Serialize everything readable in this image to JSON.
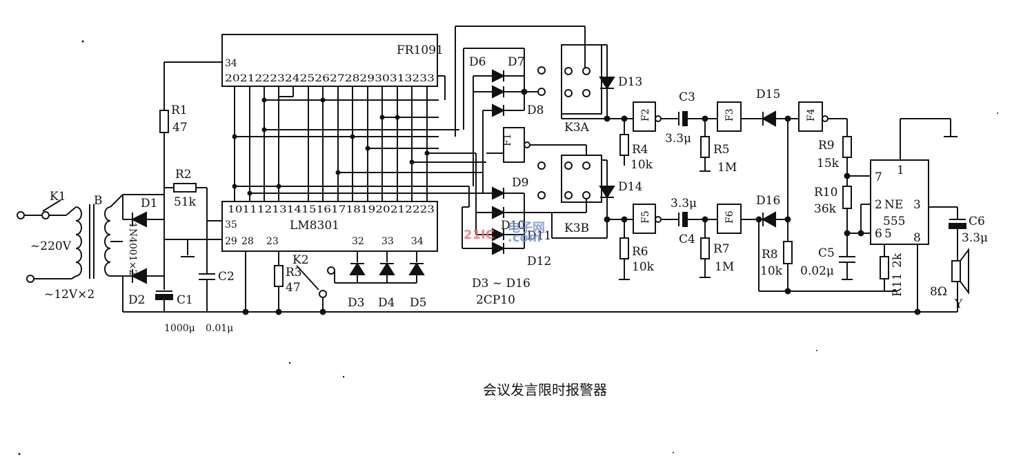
{
  "caption": "会议发言限时报警器",
  "ic": {
    "fr1091": {
      "name": "FR1091",
      "pin_top": "34",
      "pins": "2021222324252627282930313233"
    },
    "lm8301": {
      "name": "LM8301",
      "pins_top": "1011121314151617181920212223",
      "pin35": "35",
      "pin29": "29",
      "pin28": "28",
      "pin23": "23",
      "pin32": "32",
      "pin33": "33",
      "pin34": "34"
    },
    "ne555": {
      "name": "NE",
      "sub": "555",
      "p1": "1",
      "p7": "7",
      "p2": "2",
      "p6": "6",
      "p5": "5",
      "p3": "3",
      "p8": "8"
    }
  },
  "labels": {
    "k1": "K1",
    "b": "B",
    "v220": "~220V",
    "v12": "~12V×2",
    "d1": "D1",
    "d2": "D2",
    "diode_type": "1N4001×2",
    "c1": "C1",
    "c1_val": "1000μ",
    "c2": "C2",
    "c2_val": "0.01μ",
    "r1": "R1",
    "r1_val": "47",
    "r2": "R2",
    "r2_val": "51k",
    "r3": "R3",
    "r3_val": "47",
    "k2": "K2",
    "d3": "D3",
    "d4": "D4",
    "d5": "D5",
    "d6": "D6",
    "d7": "D7",
    "d8": "D8",
    "d9": "D9",
    "d10": "D10",
    "d11": "D11",
    "d12": "D12",
    "d13": "D13",
    "d14": "D14",
    "d15": "D15",
    "d16": "D16",
    "diode_range": "D3 ~ D16",
    "diode_model": "2CP10",
    "k3a": "K3A",
    "k3b": "K3B",
    "f1": "F1",
    "f2": "F2",
    "f3": "F3",
    "f4": "F4",
    "f5": "F5",
    "f6": "F6",
    "c3": "C3",
    "c3_val": "3.3μ",
    "c4": "C4",
    "c4_val": "3.3μ",
    "r4": "R4",
    "r4_val": "10k",
    "r5": "R5",
    "r5_val": "1M",
    "r6": "R6",
    "r6_val": "10k",
    "r7": "R7",
    "r7_val": "1M",
    "r8": "R8",
    "r8_val": "10k",
    "r9": "R9",
    "r9_val": "15k",
    "r10": "R10",
    "r10_val": "36k",
    "r11": "R11",
    "r11_val": "2k",
    "c5": "C5",
    "c5_val": "0.02μ",
    "c6": "C6",
    "c6_val": "3.3μ",
    "spk_val": "8Ω",
    "spk": "Y"
  },
  "watermark": {
    "text": "21IC",
    "sub": "电子网",
    "sub2": ".com"
  },
  "colors": {
    "ink": "#111111",
    "watermark_red": "#e8716f",
    "watermark_blue": "#6f8fd6"
  }
}
